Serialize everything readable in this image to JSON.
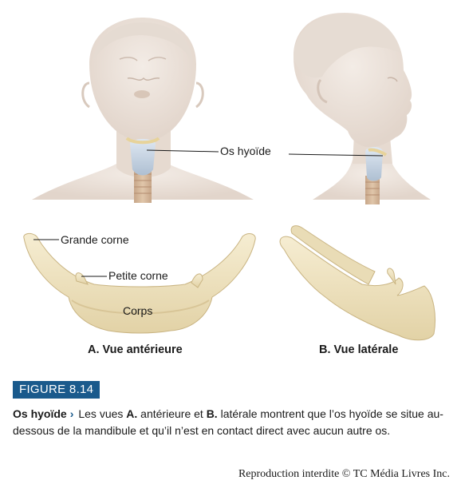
{
  "labels": {
    "os_hyoide": "Os hyoïde",
    "grande_corne": "Grande corne",
    "petite_corne": "Petite corne",
    "corps": "Corps"
  },
  "views": {
    "anterior": "A. Vue antérieure",
    "lateral": "B. Vue latérale"
  },
  "figure": {
    "number": "FIGURE 8.14",
    "title": "Os hyoïde",
    "caption_part1": "Les vues ",
    "caption_a": "A.",
    "caption_part2": " antérieure et ",
    "caption_b": "B.",
    "caption_part3": " latérale montrent que l’os hyoïde se situe au-dessous de la mandibule et qu’il n’est en contact direct avec aucun autre os."
  },
  "copyright": "Reproduction interdite © TC Média Livres Inc.",
  "colors": {
    "accent": "#1a5a8c",
    "bone": "#efe3c2",
    "skin": "#ece2da"
  }
}
